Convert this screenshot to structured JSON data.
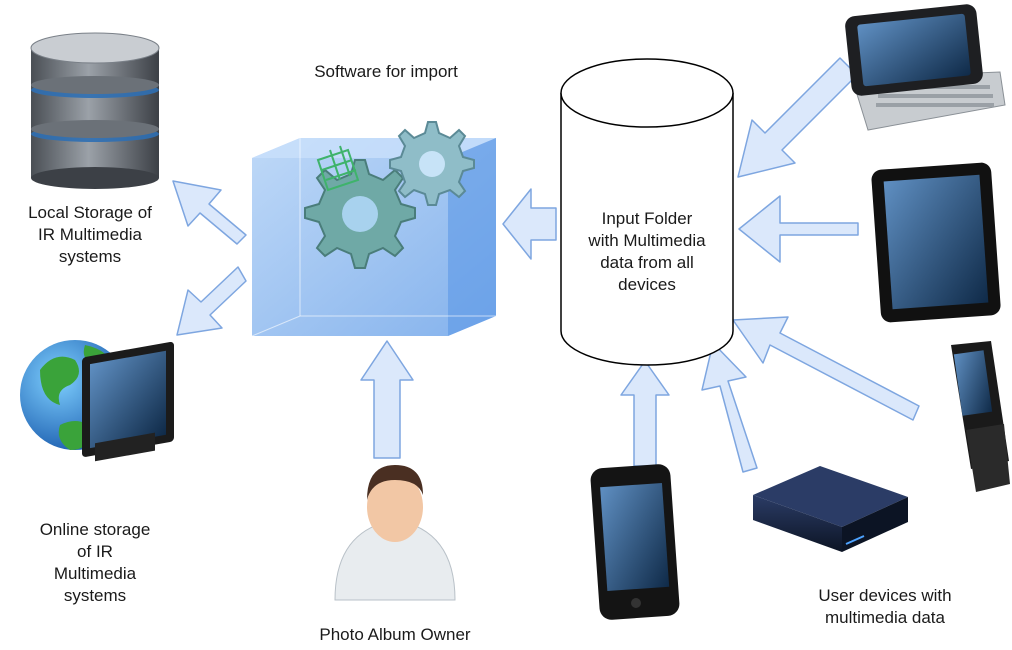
{
  "labels": {
    "software": "Software for import",
    "local_storage": "Local Storage of\nIR Multimedia\nsystems",
    "online_storage": "Online storage\nof IR\nMultimedia\nsystems",
    "owner": "Photo Album Owner",
    "input_folder": "Input Folder\nwith Multimedia\ndata from all\ndevices",
    "user_devices": "User devices with\nmultimedia data"
  },
  "icons": {
    "local_storage": "database-icon",
    "online_storage": "globe-monitor-icon",
    "software": "gears-cube-icon",
    "owner": "person-icon",
    "input_folder": "cylinder-shape",
    "devices": [
      "slider-phone-icon",
      "tablet-icon",
      "flip-phone-icon",
      "external-drive-icon",
      "smartphone-icon"
    ]
  },
  "colors": {
    "arrow_fill": "#dbe8fb",
    "arrow_stroke": "#7ea6e0",
    "cube": "#7fb3ee"
  }
}
